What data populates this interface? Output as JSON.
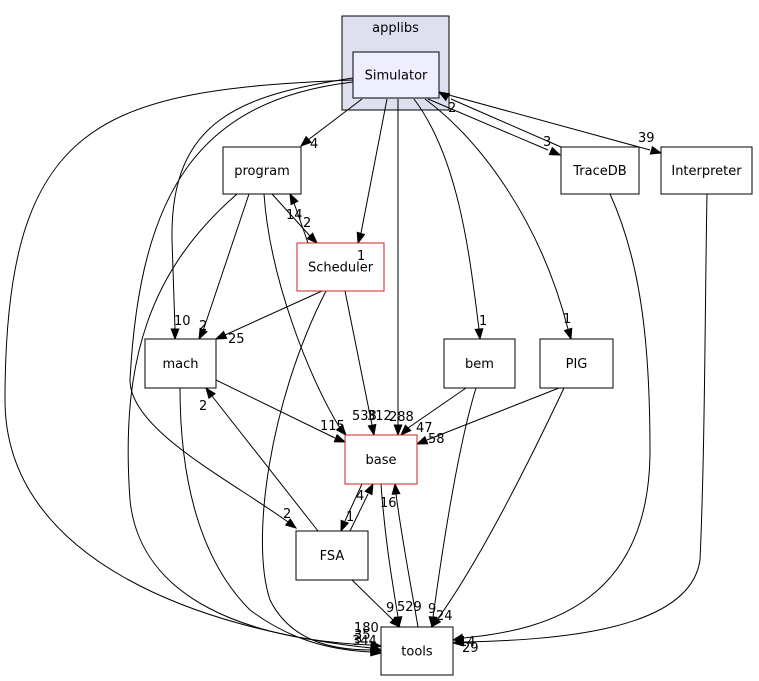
{
  "cluster": {
    "label": "applibs",
    "fill": "#dfe0ef",
    "stroke": "#000000"
  },
  "nodes": {
    "simulator": {
      "label": "Simulator",
      "fill": "#eeeeff",
      "stroke": "#000000"
    },
    "program": {
      "label": "program",
      "fill": "#ffffff",
      "stroke": "#000000"
    },
    "scheduler": {
      "label": "Scheduler",
      "fill": "#ffffff",
      "stroke": "#cc2222"
    },
    "tracedb": {
      "label": "TraceDB",
      "fill": "#ffffff",
      "stroke": "#000000"
    },
    "interpreter": {
      "label": "Interpreter",
      "fill": "#ffffff",
      "stroke": "#000000"
    },
    "mach": {
      "label": "mach",
      "fill": "#ffffff",
      "stroke": "#000000"
    },
    "bem": {
      "label": "bem",
      "fill": "#ffffff",
      "stroke": "#000000"
    },
    "pig": {
      "label": "PIG",
      "fill": "#ffffff",
      "stroke": "#000000"
    },
    "base": {
      "label": "base",
      "fill": "#ffffff",
      "stroke": "#cc2222"
    },
    "fsa": {
      "label": "FSA",
      "fill": "#ffffff",
      "stroke": "#000000"
    },
    "tools": {
      "label": "tools",
      "fill": "#ffffff",
      "stroke": "#000000"
    }
  },
  "edges": [
    {
      "from": "simulator",
      "to": "program",
      "label": "4"
    },
    {
      "from": "simulator",
      "to": "scheduler",
      "label": "1"
    },
    {
      "from": "simulator",
      "to": "tracedb",
      "label": "3"
    },
    {
      "from": "tracedb",
      "to": "simulator",
      "label": "2"
    },
    {
      "from": "simulator",
      "to": "interpreter",
      "label": "39"
    },
    {
      "from": "simulator",
      "to": "mach",
      "label": "10"
    },
    {
      "from": "simulator",
      "to": "bem",
      "label": "1"
    },
    {
      "from": "simulator",
      "to": "pig",
      "label": "1"
    },
    {
      "from": "simulator",
      "to": "base",
      "label": "288"
    },
    {
      "from": "simulator",
      "to": "fsa",
      "label": "2"
    },
    {
      "from": "simulator",
      "to": "tools",
      "label": "344"
    },
    {
      "from": "program",
      "to": "scheduler",
      "label": "2"
    },
    {
      "from": "scheduler",
      "to": "program",
      "label": "14"
    },
    {
      "from": "program",
      "to": "mach",
      "label": "2"
    },
    {
      "from": "program",
      "to": "base",
      "label": "538"
    },
    {
      "from": "program",
      "to": "tools",
      "label": "180"
    },
    {
      "from": "scheduler",
      "to": "mach",
      "label": "25"
    },
    {
      "from": "scheduler",
      "to": "base",
      "label": "312"
    },
    {
      "from": "scheduler",
      "to": "tools",
      "label": "3"
    },
    {
      "from": "mach",
      "to": "base",
      "label": "115"
    },
    {
      "from": "mach",
      "to": "tools",
      "label": "35"
    },
    {
      "from": "bem",
      "to": "base",
      "label": "47"
    },
    {
      "from": "bem",
      "to": "tools",
      "label": "9"
    },
    {
      "from": "pig",
      "to": "base",
      "label": "58"
    },
    {
      "from": "pig",
      "to": "tools",
      "label": "24"
    },
    {
      "from": "base",
      "to": "fsa",
      "label": "1"
    },
    {
      "from": "fsa",
      "to": "base",
      "label": "4"
    },
    {
      "from": "fsa",
      "to": "mach",
      "label": "2"
    },
    {
      "from": "fsa",
      "to": "tools",
      "label": "9"
    },
    {
      "from": "base",
      "to": "tools",
      "label": "529"
    },
    {
      "from": "tools",
      "to": "base",
      "label": "16"
    },
    {
      "from": "tracedb",
      "to": "tools",
      "label": "14"
    },
    {
      "from": "interpreter",
      "to": "tools",
      "label": "29"
    }
  ]
}
